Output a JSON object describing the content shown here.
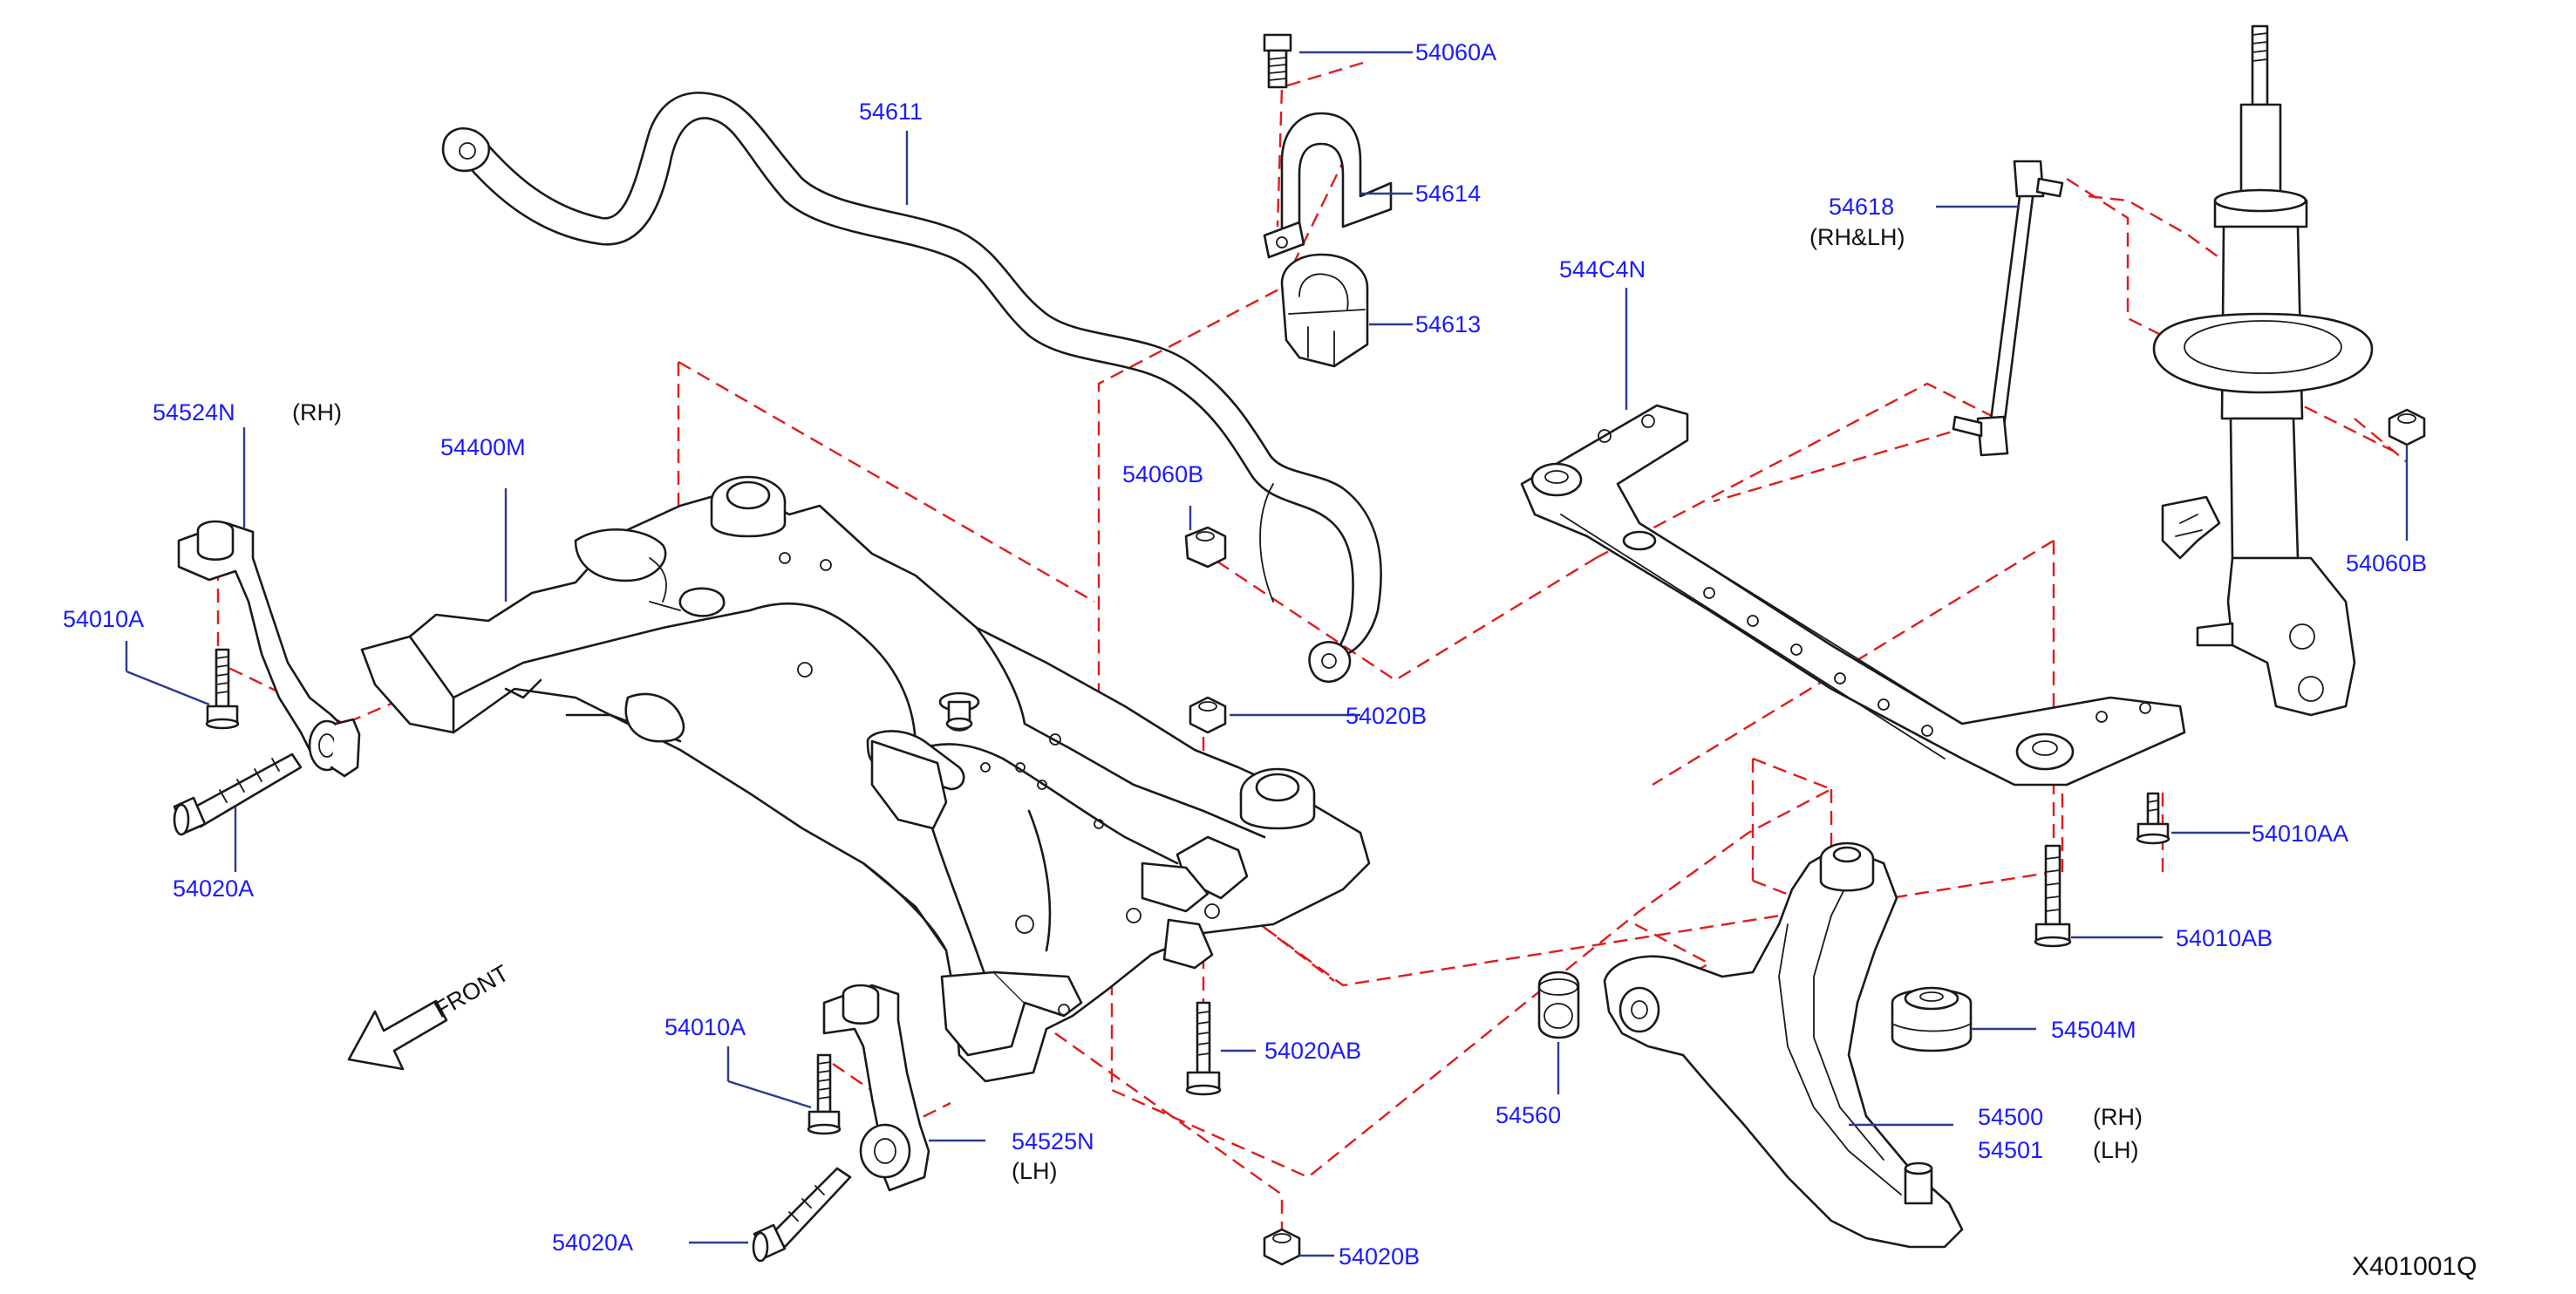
{
  "colors": {
    "label": "#1a1aff",
    "leader": "#2b3a8f",
    "dashed_line": "#e01b1b",
    "drawing": "#1a1a1a"
  },
  "labels": {
    "p54060A": "54060A",
    "p54611": "54611",
    "p54614": "54614",
    "p54613": "54613",
    "p54618": "54618",
    "p54618_side": "(RH&LH)",
    "p544C4N": "544C4N",
    "p54524N": "54524N",
    "p54524N_side": "(RH)",
    "p54400M": "54400M",
    "p54060B_center": "54060B",
    "p54060B_right": "54060B",
    "p54010A_left": "54010A",
    "p54020B_mid": "54020B",
    "p54010AA": "54010AA",
    "p54020A_left": "54020A",
    "p54010AB": "54010AB",
    "p54504M": "54504M",
    "p54010A_lower": "54010A",
    "p54020AB": "54020AB",
    "p54560": "54560",
    "p54500": "54500",
    "p54500_side": "(RH)",
    "p54501": "54501",
    "p54501_side": "(LH)",
    "p54525N": "54525N",
    "p54525N_side": "(LH)",
    "p54020A_lower": "54020A",
    "p54020B_bottom": "54020B",
    "front": "FRONT",
    "diagram_code": "X401001Q"
  }
}
